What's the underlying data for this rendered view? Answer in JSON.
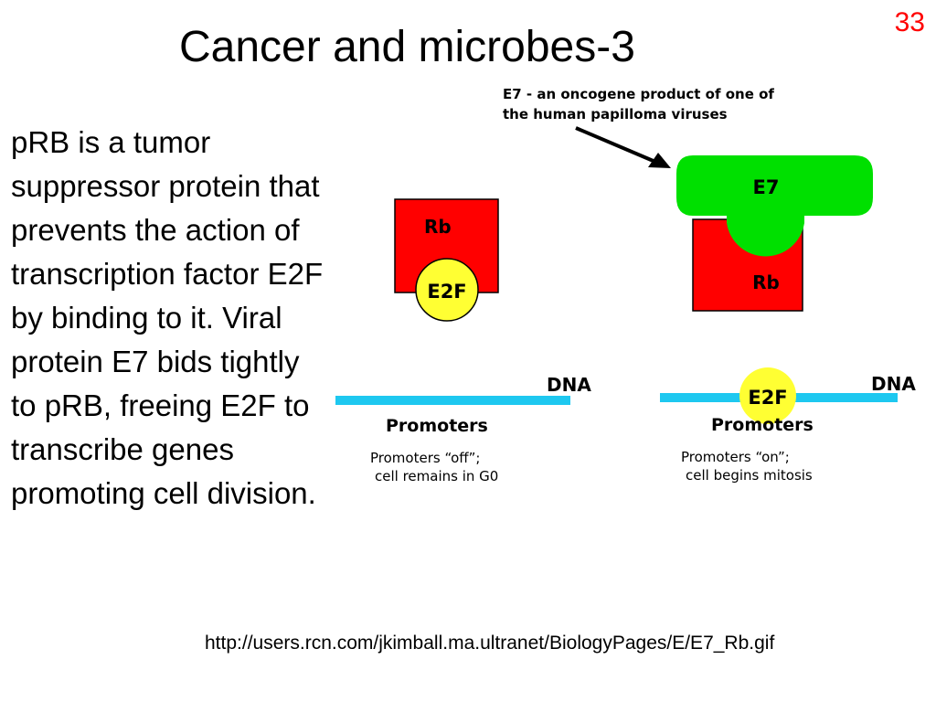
{
  "slide": {
    "number": "33",
    "title": "Cancer and microbes-3",
    "body": "pRB is a tumor suppressor protein that prevents the action of transcription factor E2F by binding to it. Viral protein E7 bids tightly to pRB, freeing E2F to transcribe genes promoting cell division.",
    "source_url": "http://users.rcn.com/jkimball.ma.ultranet/BiologyPages/E/E7_Rb.gif"
  },
  "figure": {
    "e7_caption_line1": "E7 - an oncogene product of one of",
    "e7_caption_line2": "the human papilloma viruses",
    "left": {
      "rb_label": "Rb",
      "e2f_label": "E2F",
      "dna_label": "DNA",
      "promoters_label": "Promoters",
      "status_line1": "Promoters “off”;",
      "status_line2": "cell remains in G0"
    },
    "right": {
      "e7_label": "E7",
      "rb_label": "Rb",
      "e2f_label": "E2F",
      "dna_label": "DNA",
      "promoters_label": "Promoters",
      "status_line1": "Promoters “on”;",
      "status_line2": "cell begins mitosis"
    },
    "colors": {
      "rb": "#ff0000",
      "e2f": "#ffff33",
      "e7": "#00e000",
      "dna": "#1ec8f0"
    }
  }
}
